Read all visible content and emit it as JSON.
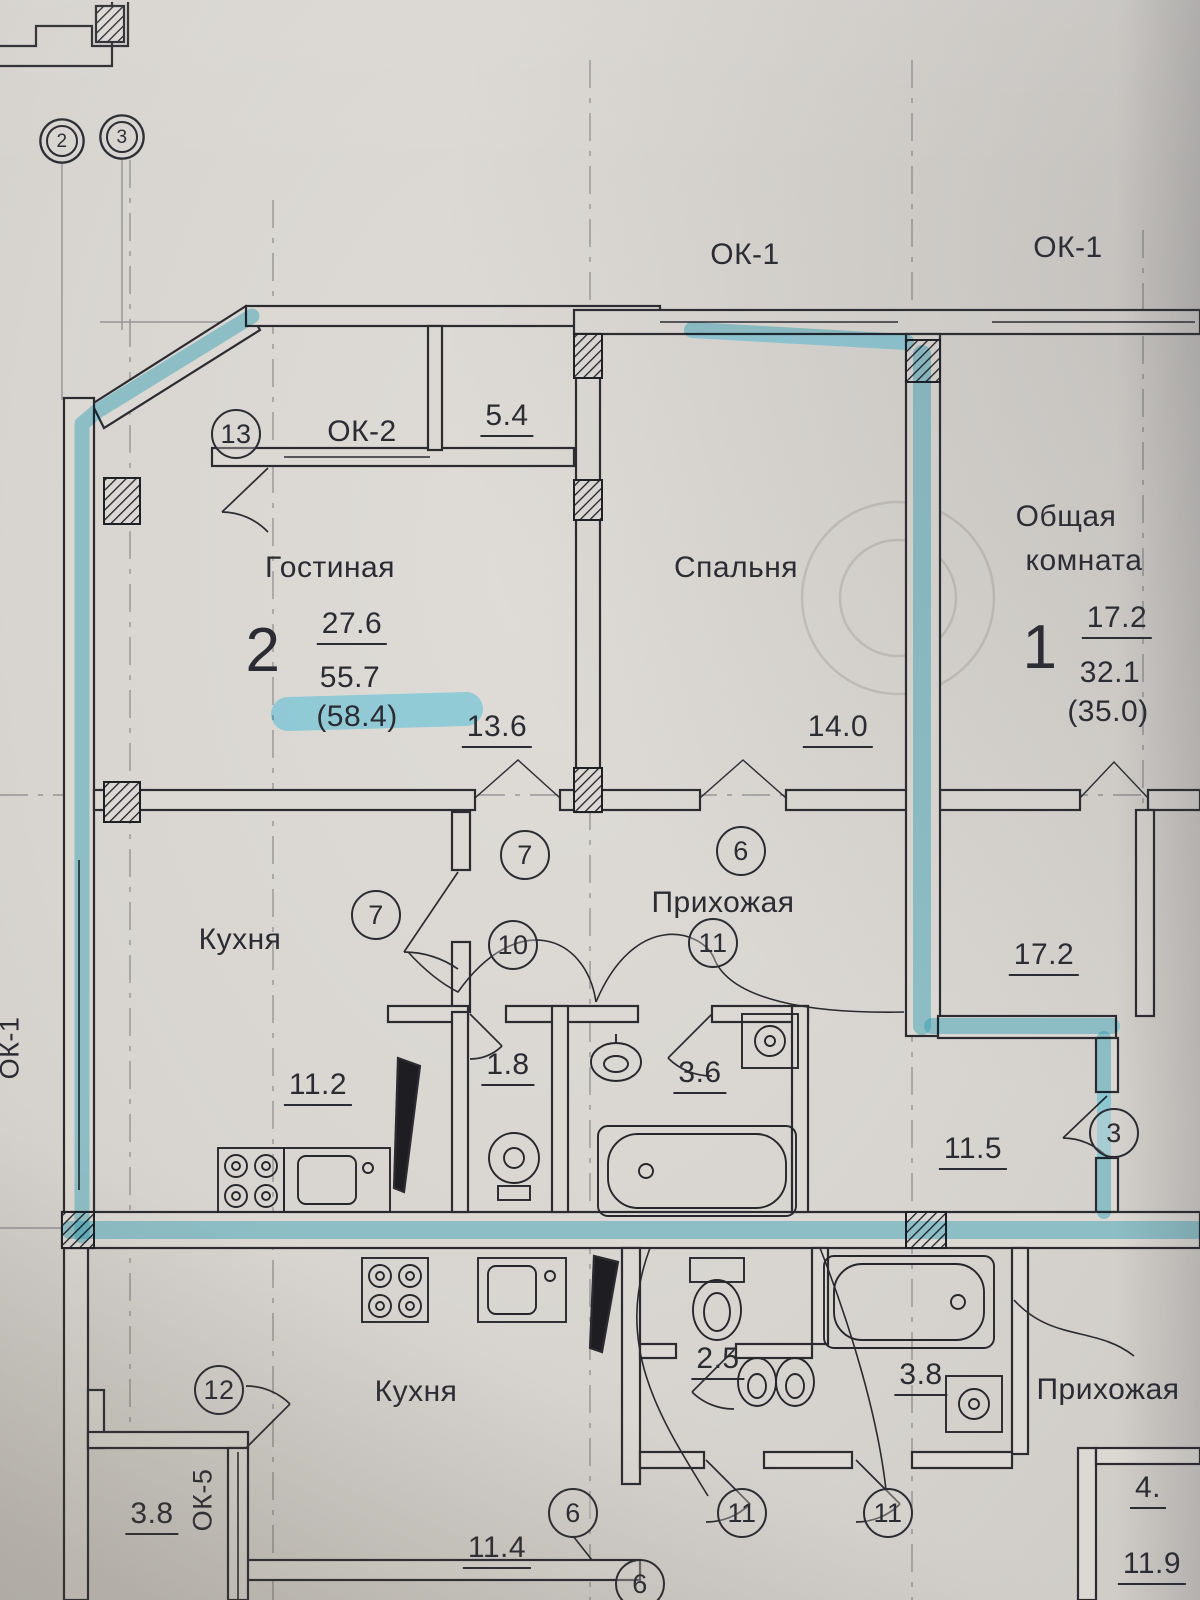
{
  "labels": {
    "axis_2": "2",
    "axis_3": "3",
    "ok1_a": "ОК-1",
    "ok1_b": "ОК-1",
    "ok1_side": "ОК-1",
    "ok2": "ОК-2",
    "ok5": "ОК-5",
    "door_13": "13",
    "door_7a": "7",
    "door_7b": "7",
    "door_6a": "6",
    "door_6b": "6",
    "door_6c": "6",
    "door_10": "10",
    "door_11a": "11",
    "door_11b": "11",
    "door_11c": "11",
    "door_3": "3",
    "door_12": "12",
    "room_living": "Гостиная",
    "room_bedroom": "Спальня",
    "room_common_1": "Общая",
    "room_common_2": "комната",
    "room_hall_upper": "Прихожая",
    "room_kitchen_upper": "Кухня",
    "room_kitchen_lower": "Кухня",
    "room_hall_lower": "Прихожая",
    "apt2_number": "2",
    "apt2_living": "27.6",
    "apt2_total": "55.7",
    "apt2_with_balcony": "(58.4)",
    "apt1_number": "1",
    "apt1_living": "17.2",
    "apt1_total": "32.1",
    "apt1_with_balcony": "(35.0)",
    "dim_loggia_top": "5.4",
    "dim_living": "13.6",
    "dim_bedroom": "14.0",
    "dim_common_room": "17.2",
    "dim_kitchen_upper": "11.2",
    "dim_wc_upper": "1.8",
    "dim_bath_upper": "3.6",
    "dim_hall_right": "11.5",
    "dim_wc_lower": "2.5",
    "dim_bath_lower": "3.8",
    "dim_loggia_left": "3.8",
    "dim_kitchen_lower": "11.4",
    "dim_cut_right_a": "4.",
    "dim_cut_right_b": "11.9"
  },
  "colors": {
    "highlighter": "#35b9d6",
    "ink": "#2b2b31",
    "paper": "#d8d5d0"
  }
}
